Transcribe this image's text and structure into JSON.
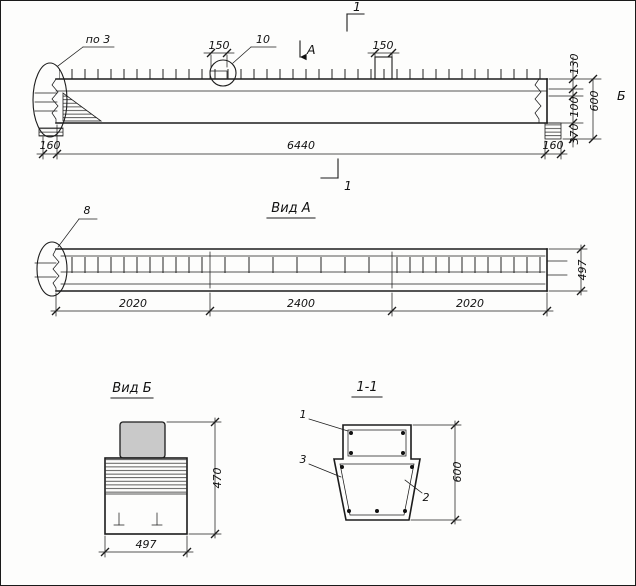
{
  "drawing": {
    "elevation": {
      "section_mark_top": "1",
      "section_mark_bottom": "1",
      "callout_po3": "по 3",
      "plate_dim_left": "150",
      "callout_10": "10",
      "view_arrow_a": "А",
      "plate_dim_right": "150",
      "dim_130": "130",
      "dim_100": "100",
      "dim_600": "600",
      "dim_370": "370",
      "view_label_b": "Б",
      "dim_160_left": "160",
      "dim_6440": "6440",
      "dim_160_right": "160"
    },
    "view_a": {
      "title": "Вид А",
      "callout_8": "8",
      "dim_2020_left": "2020",
      "dim_2400": "2400",
      "dim_2020_right": "2020",
      "dim_497": "497"
    },
    "view_b": {
      "title": "Вид Б",
      "dim_470": "470",
      "dim_497": "497"
    },
    "section_1_1": {
      "title": "1-1",
      "pos_1": "1",
      "pos_3": "3",
      "pos_2": "2",
      "dim_600": "600"
    }
  }
}
